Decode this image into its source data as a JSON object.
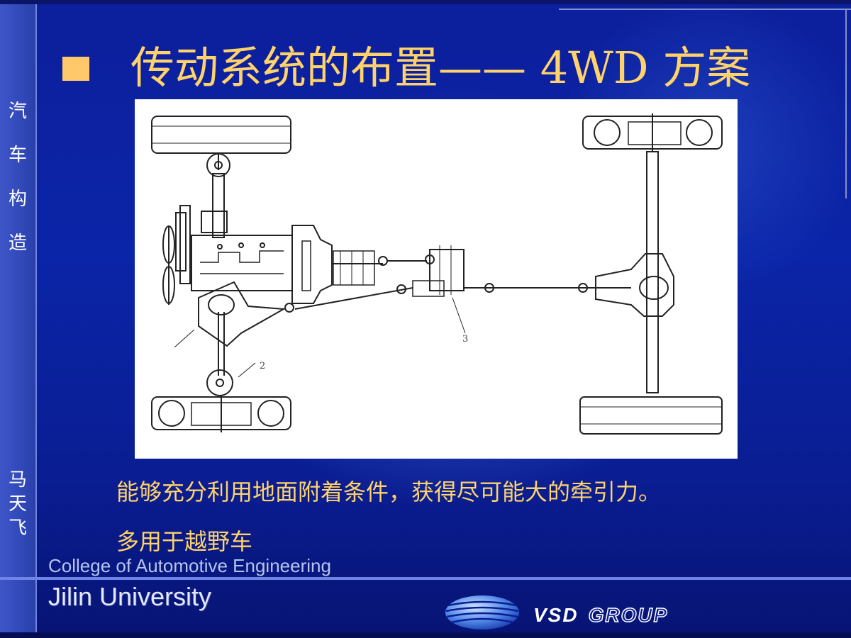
{
  "sidebar": {
    "chars": [
      "汽",
      "车",
      "构",
      "造"
    ],
    "author_chars": [
      "马",
      "天",
      "飞"
    ]
  },
  "title": "传动系统的布置—— 4WD 方案",
  "diagram": {
    "label_2": "2",
    "label_3": "3"
  },
  "description": {
    "line1": "能够充分利用地面附着条件，获得尽可能大的牵引力。",
    "line2": "多用于越野车"
  },
  "footer": {
    "college": "College of Automotive Engineering",
    "university": "Jilin University",
    "logo_part1": "VSD",
    "logo_part2": "GROUP"
  },
  "colors": {
    "background": "#0c1f9c",
    "title": "#ffd36a",
    "bullet": "#ffc86a",
    "sidebar": "#3e56c8"
  },
  "icons": {
    "bullet": "square-bullet-icon",
    "logo": "vsd-globe-logo-icon"
  }
}
